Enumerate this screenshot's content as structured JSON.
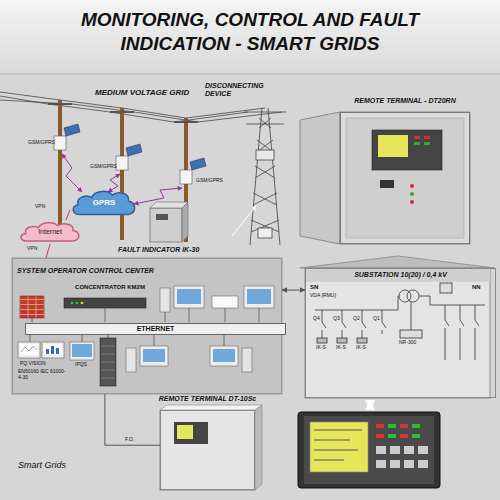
{
  "diagram": {
    "title": "MONITORING, CONTROL AND FAULT INDICATION - SMART GRIDS",
    "caption": "Smart Grids",
    "nodes": [
      {
        "text": [
          "GPRS"
        ]
      },
      {
        "text": [
          "Internet"
        ]
      },
      {
        "text": [
          "SYSTEM OPERATOR CONTROL CENTER"
        ]
      },
      {
        "text": [
          "CONCENTRATOR KM2M"
        ],
        "in": 2
      },
      {
        "text": [
          "ETHERNET"
        ],
        "in": 2
      },
      {
        "text": [
          "SUBSTATION 10(20) / 0,4 kV"
        ]
      },
      {
        "text": [
          "REMOTE TERMINAL DT-10Sc"
        ]
      },
      {
        "text": [
          "REMOTE TERMINAL - DT20RN"
        ]
      }
    ],
    "edges": [
      {
        "from": 0,
        "to": 1,
        "arrow": "none",
        "label": "VPN"
      },
      {
        "from": 1,
        "to": 2,
        "arrow": "none",
        "label": "VPN"
      },
      {
        "from": 2,
        "to": 5,
        "arrow": "both"
      },
      {
        "from": 2,
        "to": 6,
        "arrow": "none",
        "label": "F.O."
      }
    ],
    "labels": [
      "MEDIUM VOLTAGE GRID",
      "DISCONNECTING DEVICE",
      "GSM/GPRS",
      "GSM/GPRS",
      "GSM/GPRS",
      "FAULT INDICATOR IK-30",
      "PQ VISION",
      "EN50160 IEC 61000-4-30",
      "IPQS",
      "SN",
      "NN",
      "VDA (RMU)",
      "Q4",
      "Q3",
      "Q2",
      "Q1",
      "IK-S",
      "IK-S",
      "IK-S",
      "NR-300"
    ]
  }
}
